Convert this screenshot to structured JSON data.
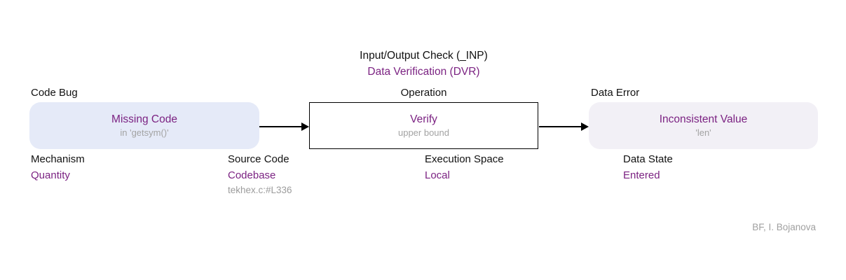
{
  "header": {
    "line1": "Input/Output Check (_INP)",
    "line2": "Data Verification (DVR)"
  },
  "flow": {
    "cause": {
      "caption": "Code Bug",
      "title": "Missing Code",
      "subtitle": "in 'getsym()'"
    },
    "operation": {
      "caption": "Operation",
      "title": "Verify",
      "subtitle": "upper bound"
    },
    "consequence": {
      "caption": "Data Error",
      "title": "Inconsistent Value",
      "subtitle": "'len'"
    }
  },
  "attributes": [
    {
      "label": "Mechanism",
      "value": "Quantity",
      "note": ""
    },
    {
      "label": "Source Code",
      "value": "Codebase",
      "note": "tekhex.c:#L336"
    },
    {
      "label": "Execution Space",
      "value": "Local",
      "note": ""
    },
    {
      "label": "Data State",
      "value": "Entered",
      "note": ""
    }
  ],
  "attribution": "BF, I. Bojanova",
  "colors": {
    "accent_purple": "#7b2282",
    "muted_gray": "#a3a3a3",
    "cause_box_fill": "#e5eaf8",
    "consequence_box_fill": "#f2f0f6",
    "operation_box_border": "#000000"
  }
}
